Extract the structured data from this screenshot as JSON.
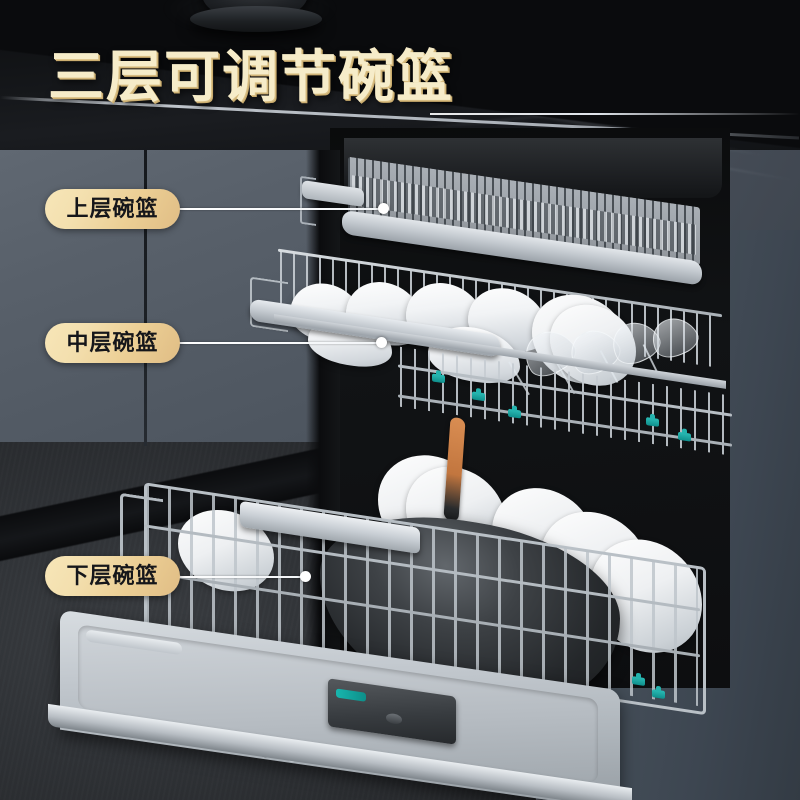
{
  "page": {
    "title": "三层可调节碗篮",
    "accent_gold": "#f6ecc9",
    "pill_gold_light": "#f7e6b8",
    "pill_gold_dark": "#e0bd85",
    "leader_color": "#ffffff",
    "teal_accent": "#18b6ae",
    "cabinet_slate": "#4e5761",
    "counter_black": "#121417"
  },
  "callouts": [
    {
      "id": "upper",
      "label": "上层碗篮"
    },
    {
      "id": "middle",
      "label": "中层碗篮"
    },
    {
      "id": "lower",
      "label": "下层碗篮"
    }
  ],
  "scene": {
    "appliance": "dishwasher",
    "door_state": "open",
    "baskets": [
      {
        "name": "cutlery-tray",
        "contents": "cutlery grid"
      },
      {
        "name": "middle-basket",
        "contents": "bowls, plates, wine glasses"
      },
      {
        "name": "bottom-basket",
        "contents": "wok, plates, pot"
      }
    ],
    "icons": {
      "clip": "teal-clip-icon",
      "dispenser": "detergent-dispenser-icon",
      "knob": "door-latch-knob-icon"
    }
  }
}
